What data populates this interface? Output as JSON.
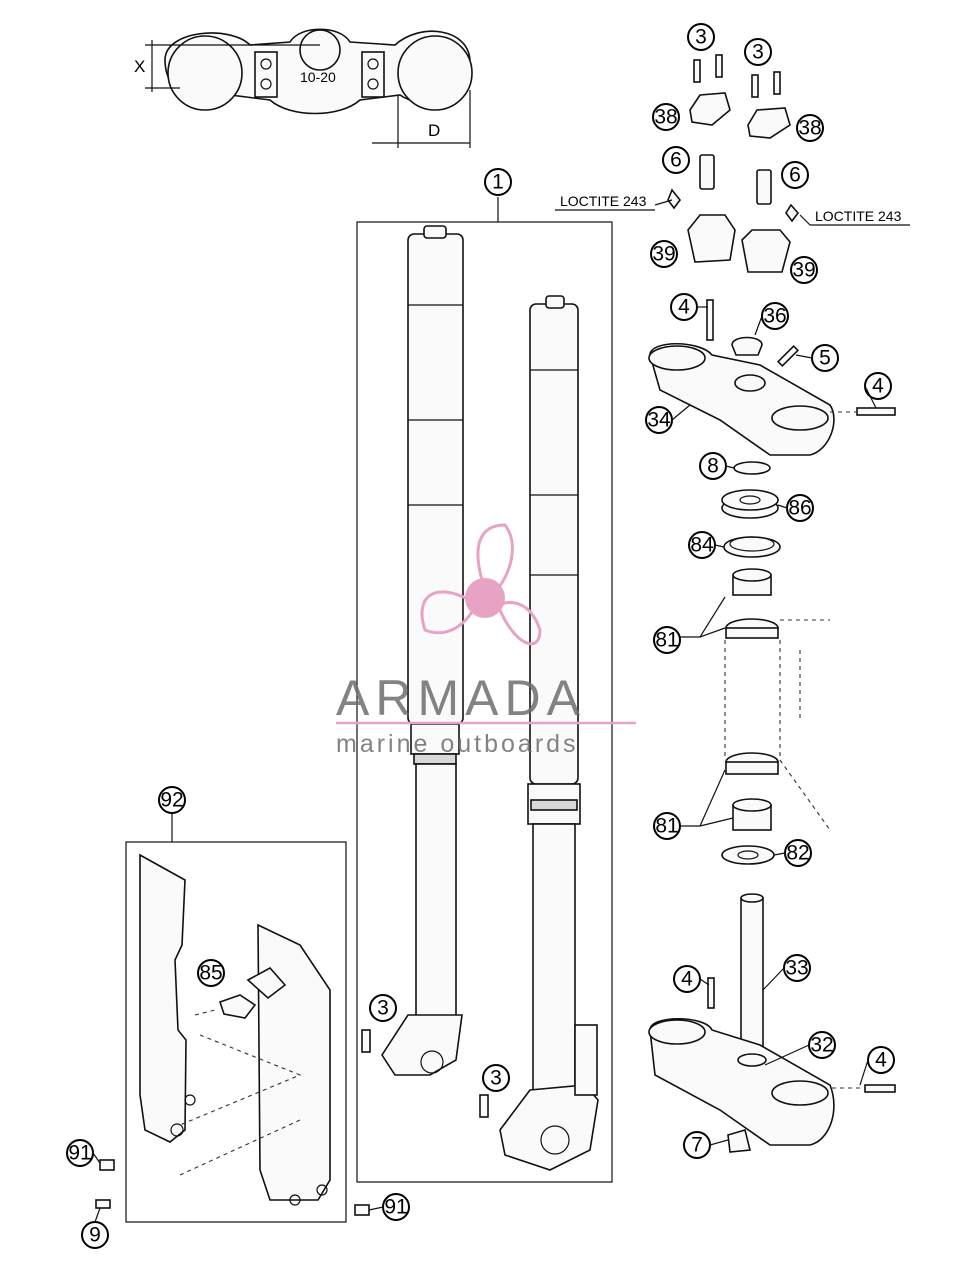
{
  "dimension_labels": {
    "x": "X",
    "d": "D"
  },
  "crown_engraving": "10-20",
  "loctite_labels": {
    "left": "LOCTITE 243",
    "right": "LOCTITE 243"
  },
  "callouts": [
    {
      "id": "c1",
      "label": "1"
    },
    {
      "id": "c3a",
      "label": "3"
    },
    {
      "id": "c3b",
      "label": "3"
    },
    {
      "id": "c38a",
      "label": "38"
    },
    {
      "id": "c38b",
      "label": "38"
    },
    {
      "id": "c6a",
      "label": "6"
    },
    {
      "id": "c6b",
      "label": "6"
    },
    {
      "id": "c39a",
      "label": "39"
    },
    {
      "id": "c39b",
      "label": "39"
    },
    {
      "id": "c4a",
      "label": "4"
    },
    {
      "id": "c36",
      "label": "36"
    },
    {
      "id": "c5",
      "label": "5"
    },
    {
      "id": "c4b",
      "label": "4"
    },
    {
      "id": "c34a",
      "label": "34"
    },
    {
      "id": "c8",
      "label": "8"
    },
    {
      "id": "c86",
      "label": "86"
    },
    {
      "id": "c84",
      "label": "84"
    },
    {
      "id": "c81a",
      "label": "81"
    },
    {
      "id": "c81b",
      "label": "81"
    },
    {
      "id": "c82",
      "label": "82"
    },
    {
      "id": "c92",
      "label": "92"
    },
    {
      "id": "c85",
      "label": "85"
    },
    {
      "id": "c3c",
      "label": "3"
    },
    {
      "id": "c3d",
      "label": "3"
    },
    {
      "id": "c4c",
      "label": "4"
    },
    {
      "id": "c33",
      "label": "33"
    },
    {
      "id": "c32",
      "label": "32"
    },
    {
      "id": "c4d",
      "label": "4"
    },
    {
      "id": "c7",
      "label": "7"
    },
    {
      "id": "c91a",
      "label": "91"
    },
    {
      "id": "c91b",
      "label": "91"
    },
    {
      "id": "c9",
      "label": "9"
    }
  ],
  "watermark": {
    "brand": "ARMADA",
    "tagline": "marine outboards",
    "accent_color": "#e6a3c4",
    "text_color": "#6e6e6e"
  }
}
